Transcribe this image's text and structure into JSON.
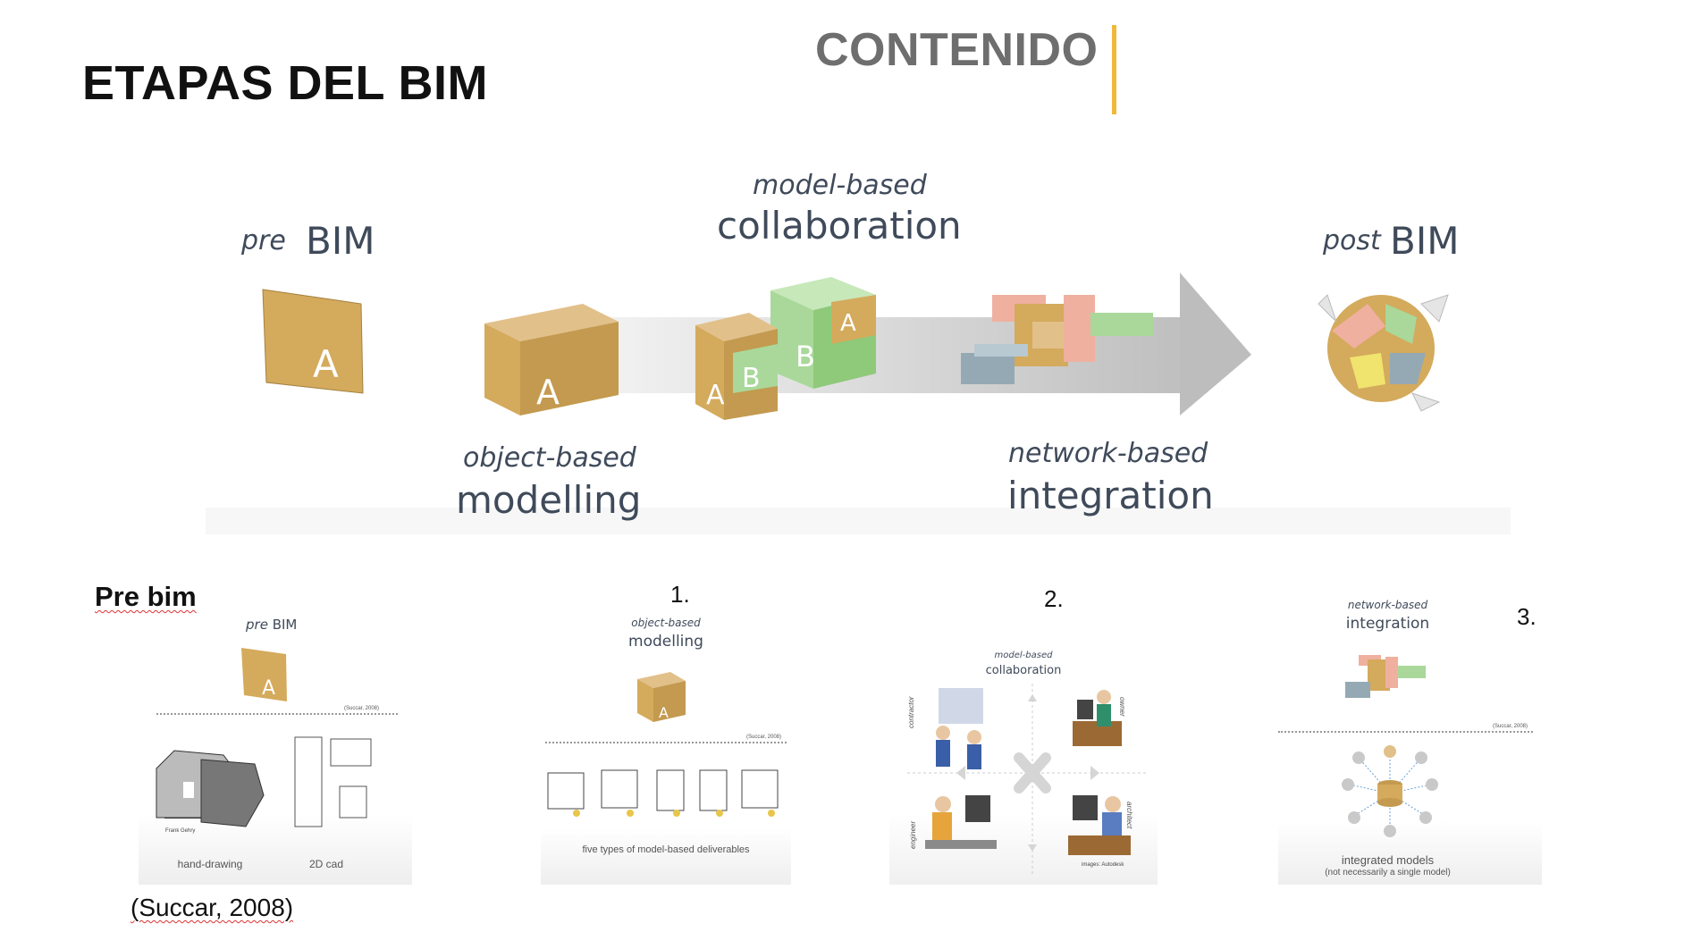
{
  "header": {
    "title": "CONTENIDO",
    "accent_color": "#f0b93a"
  },
  "slide": {
    "title": "ETAPAS DEL BIM"
  },
  "hero": {
    "pre_small": "pre",
    "pre_big": "BIM",
    "s1_small": "object-based",
    "s1_big": "modelling",
    "s2_small": "model-based",
    "s2_big": "collaboration",
    "s3_small": "network-based",
    "s3_big": "integration",
    "post_small": "post",
    "post_big": "BIM",
    "block_letters": {
      "a": "A",
      "b": "B"
    }
  },
  "stages": [
    {
      "title": "Pre bim",
      "small": "pre",
      "big": "BIM",
      "source_note": "(Succar, 2008)",
      "captions": [
        "hand-drawing",
        "2D cad"
      ],
      "tiny_labels": [
        "Frank Gehry"
      ]
    },
    {
      "number": "1.",
      "small": "object-based",
      "big": "modelling",
      "source_note": "(Succar, 2008)",
      "caption": "five types of model-based deliverables"
    },
    {
      "number": "2.",
      "small": "model-based",
      "big": "collaboration",
      "roles": [
        "contractor",
        "owner",
        "engineer",
        "architect"
      ],
      "credit": "images: Autodesk"
    },
    {
      "number": "3.",
      "small": "network-based",
      "big": "integration",
      "source_note": "(Succar, 2008)",
      "caption_line1": "integrated models",
      "caption_line2": "(not necessarily a single model)"
    }
  ],
  "citation": "(Succar, 2008)",
  "colors": {
    "tan": "#d4aa5c",
    "green": "#a9d89a",
    "blue_grey": "#94a9b4",
    "arrow": "#dcdcdc"
  }
}
